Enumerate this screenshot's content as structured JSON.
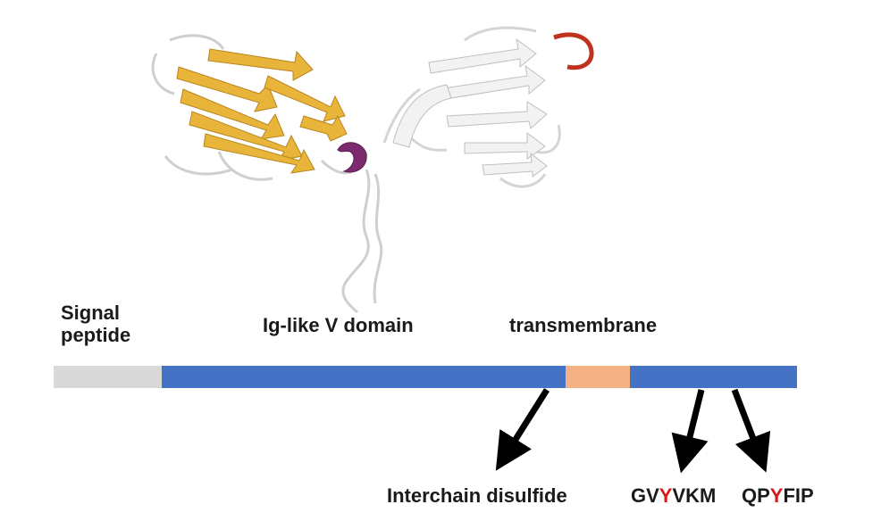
{
  "labels": {
    "signal_line1": "Signal",
    "signal_line2": "peptide",
    "ig_domain": "Ig-like V domain",
    "transmembrane": "transmembrane",
    "disulfide": "Interchain disulfide",
    "motif1": {
      "pre": "GV",
      "highlight": "Y",
      "post": "VKM"
    },
    "motif2": {
      "pre": "QP",
      "highlight": "Y",
      "post": "FIP"
    }
  },
  "colors": {
    "signal": "#d9d9d9",
    "domain": "#4472c4",
    "transmembrane": "#f4b183",
    "highlight": "#d81c1c",
    "sheet_gold": "#e8b43a",
    "helix_purple": "#7b2a6e",
    "loop_red": "#c0321e"
  },
  "structure_image": {
    "description_icon": "protein-ribbon-structure"
  }
}
